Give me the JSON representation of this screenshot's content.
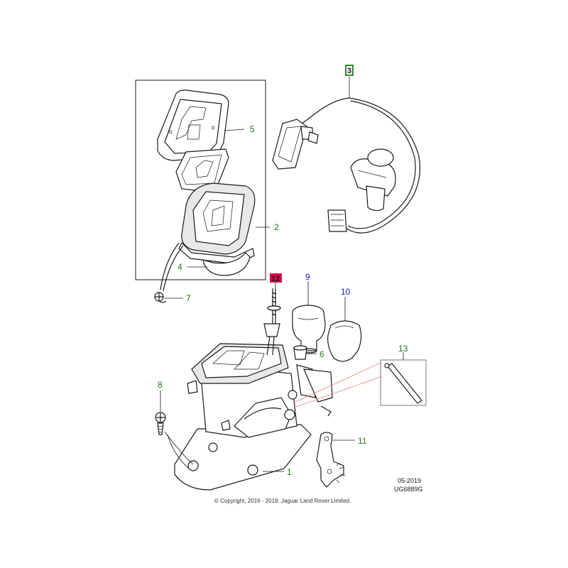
{
  "callouts": {
    "c1": "1",
    "c2": "2",
    "c3": "3",
    "c4": "4",
    "c5": "5",
    "c6": "6",
    "c7": "7",
    "c8": "8",
    "c9": "9",
    "c10": "10",
    "c11": "11",
    "c12": "12",
    "c13": "13"
  },
  "colors": {
    "green_callout": "#1a7a1a",
    "blue_callout": "#1a1aaa",
    "callout_3_box": "#2e8b2e",
    "callout_12_box": "#e0004a",
    "highlight_lines": "#e88a8a"
  },
  "footer": {
    "date": "05-2019",
    "illustration_ref": "UG6889G",
    "copyright": "© Copyright, 2016 - 2019. Jaguar Land Rover Limited."
  }
}
